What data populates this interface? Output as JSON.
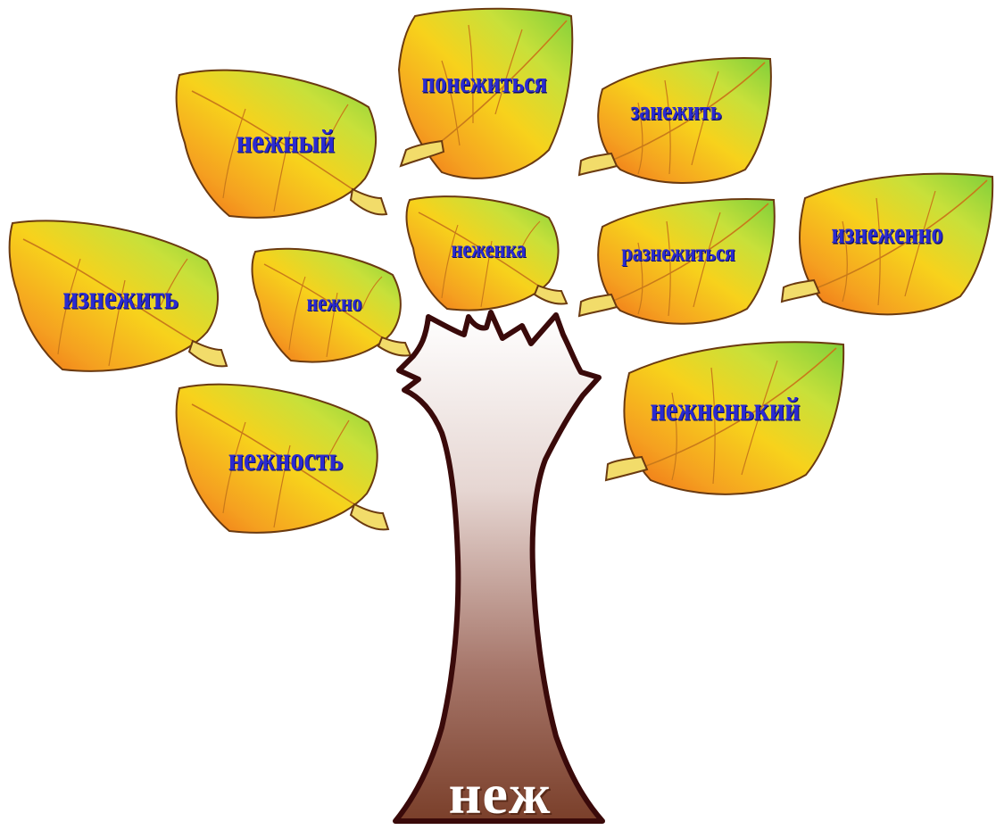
{
  "root": {
    "label": "неж"
  },
  "leaves": [
    {
      "id": "nezhny",
      "word": "нежный"
    },
    {
      "id": "ponezhitsya",
      "word": "понежиться"
    },
    {
      "id": "zanezhit",
      "word": "занежить"
    },
    {
      "id": "izn_zhit",
      "word": "изнежить"
    },
    {
      "id": "nezhno",
      "word": "нежно"
    },
    {
      "id": "nezhenka",
      "word": "неженка"
    },
    {
      "id": "raznezhitsya",
      "word": "разнежиться"
    },
    {
      "id": "iznezhenno",
      "word": "изнеженно"
    },
    {
      "id": "nezhnost",
      "word": "нежность"
    },
    {
      "id": "nezhnenky",
      "word": "нежненький"
    }
  ],
  "colors": {
    "leaf_green": "#8fd13a",
    "leaf_yellow": "#f7d21c",
    "leaf_orange": "#f07a18",
    "leaf_outline": "#6b3a10",
    "word_text": "#2b2bd0",
    "trunk_top": "#ffffff",
    "trunk_bottom": "#7a3f2a",
    "trunk_outline": "#3a0a0a"
  }
}
